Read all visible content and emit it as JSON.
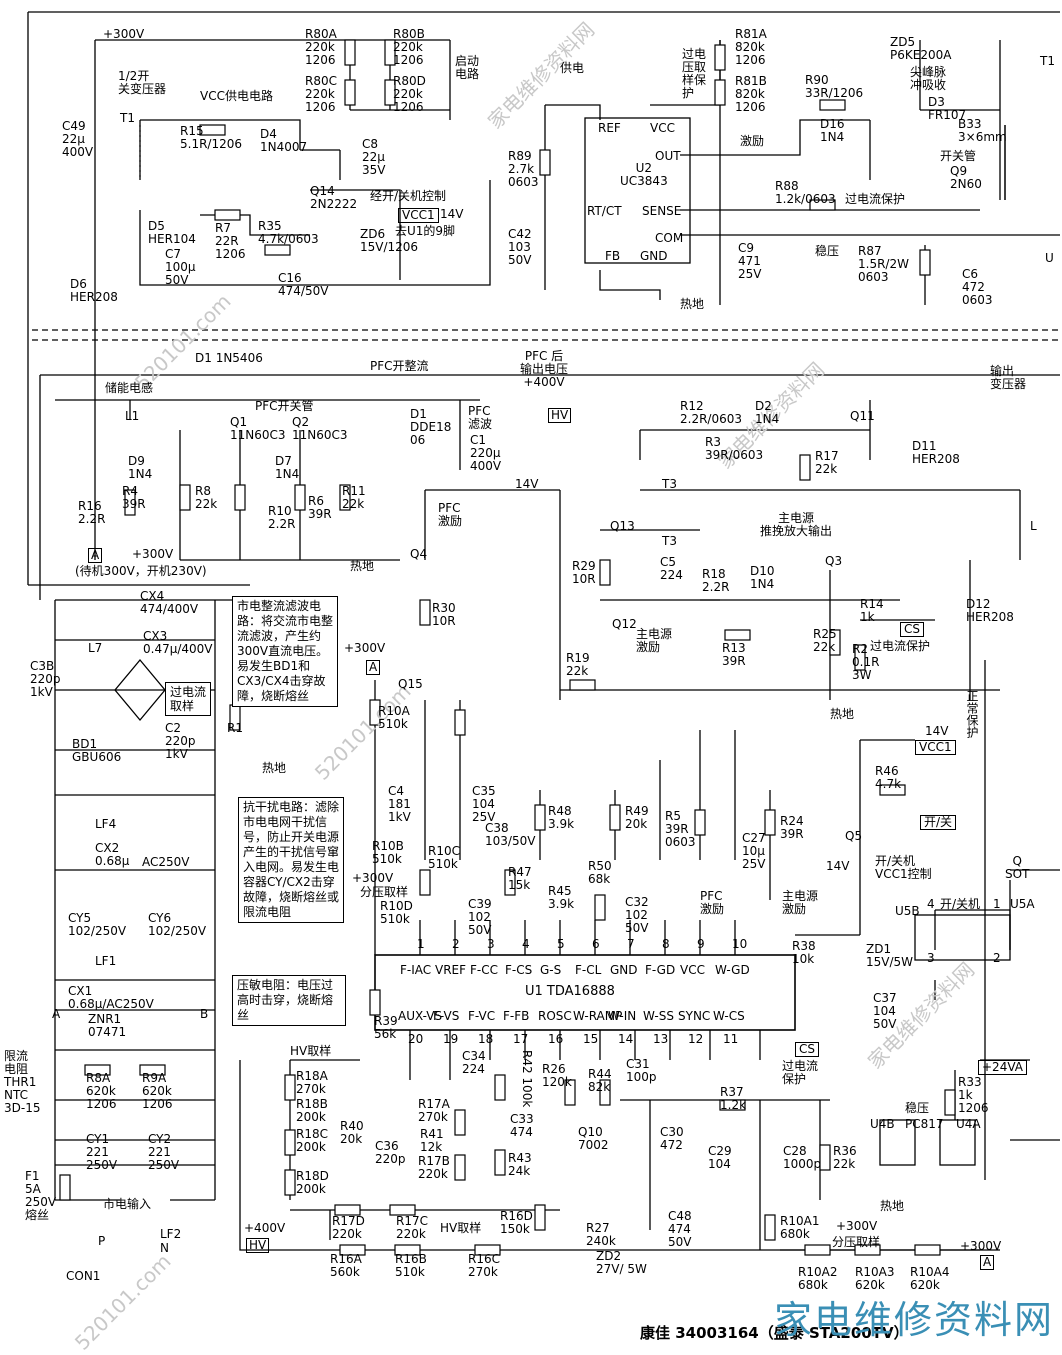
{
  "watermarks": [
    "家电维修资料网",
    "520101.com"
  ],
  "upper": {
    "v300": "+300V",
    "half_tx": "1/2开\n关变压器",
    "vcc_circuit": "VCC供电电路",
    "start_circuit": "启动\n电路",
    "supply": "供电",
    "ovp_sense": "过电\n压取\n样保\n护",
    "spike": "尖峰脉\n冲吸收",
    "drive": "激励",
    "switch_tube": "开关管",
    "ocp": "过电流保护",
    "regulate": "稳压",
    "hot_ground": "热地",
    "onoff_ctrl": "经开/关机控制",
    "to_u1": "去U1的9脚",
    "vcc1": "VCC1",
    "v14": "14V",
    "ic_name": "U2\nUC3843",
    "ic_pins": {
      "ref": "REF",
      "vcc": "VCC",
      "out": "OUT",
      "rtct": "RT/CT",
      "sense": "SENSE",
      "com": "COM",
      "fb": "FB",
      "gnd": "GND"
    },
    "parts": {
      "r80a": "R80A\n220k\n1206",
      "r80b": "R80B\n220k\n1206",
      "r80c": "R80C\n220k\n1206",
      "r80d": "R80D\n220k\n1206",
      "r81a": "R81A\n820k\n1206",
      "r81b": "R81B\n820k\n1206",
      "zd5": "ZD5\nP6KE200A",
      "d3": "D3\nFR107",
      "b33": "B33\n3×6mm",
      "r90": "R90\n33R/1206",
      "d16": "D16\n1N4",
      "c49": "C49\n22μ\n400V",
      "r15": "R15\n5.1R/1206",
      "d4": "D4\n1N4007",
      "c8": "C8\n22μ\n35V",
      "q14": "Q14\n2N2222",
      "d5": "D5\nHER104",
      "r7": "R7\n22R\n1206",
      "r35": "R35\n4.7k/0603",
      "zd6": "ZD6\n15V/1206",
      "c16": "C16\n474/50V",
      "c7": "C7\n100μ\n50V",
      "d6": "D6\nHER208",
      "r89": "R89\n2.7k\n0603",
      "c42": "C42\n103\n50V",
      "c9": "C9\n471\n25V",
      "r88": "R88\n1.2k/0603",
      "r87": "R87\n1.5R/2W\n0603",
      "q9": "Q9\n2N60",
      "c6": "C6\n472\n0603",
      "t1": "T1",
      "t1b": "T1",
      "u": "U"
    }
  },
  "pfc": {
    "d1a": "D1  1N5406",
    "pfc_rect": "PFC开整流",
    "pfc_out": "PFC 后\n输出电压\n+400V",
    "out_tx": "输出\n变压器",
    "inductor": "储能电感",
    "l1": "L1",
    "pfc_sw": "PFC开关管",
    "q1": "Q1\n11N60C3",
    "q2": "Q2\n11N60C3",
    "d1b": "D1\nDDE18\n06",
    "pfc_filter": "PFC\n滤波",
    "c1": "C1\n220μ\n400V",
    "hv": "HV",
    "d9": "D9\n1N4",
    "r4": "R4\n39R",
    "r8": "R8\n22k",
    "d7": "D7\n1N4",
    "r10": "R10\n2.2R",
    "r6": "R6\n39R",
    "r11": "R11\n22k",
    "r16": "R16\n2.2R",
    "v14": "14V",
    "pfc_drive": "PFC\n激励",
    "q4": "Q4",
    "r30": "R30\n10R",
    "q15": "Q15",
    "a_300": "+300V",
    "a_note": "(待机300V，开机230V)",
    "hot_ground": "热地",
    "r12": "R12\n2.2R/0603",
    "d2": "D2\n1N4",
    "r3": "R3\n39R/0603",
    "q11": "Q11",
    "r17": "R17\n22k",
    "d11": "D11\nHER208",
    "t3a": "T3",
    "main_pwr": "主电源\n推挽放大输出",
    "q13": "Q13",
    "t3b": "T3",
    "r29": "R29\n10R",
    "c5": "C5\n224",
    "r18": "R18\n2.2R",
    "d10": "D10\n1N4",
    "q3": "Q3",
    "l": "L",
    "q12": "Q12",
    "main_drive": "主电源\n激励",
    "r14": "R14\n1k",
    "cs": "CS",
    "ocp": "过电流保护",
    "d12": "D12\nHER208",
    "r19": "R19\n22k",
    "r13": "R13\n39R",
    "r25": "R25\n22k",
    "r2": "R2\n0.1R\n3W",
    "hot_ground2": "热地"
  },
  "left": {
    "cx4": "CX4\n474/400V",
    "cx3": "CX3\n0.47μ/400V",
    "mains_note": "市电整流滤波电路：将交流市电整流滤波，产生约300V直流电压。易发生BD1和CX3/CX4击穿故障，烧断熔丝",
    "l7": "L7",
    "c3b": "C3B\n220p\n1kV",
    "ocp_sample": "过电流\n取样",
    "r1": "R1",
    "c2": "C2\n220p\n1kV",
    "bd1": "BD1\nGBU606",
    "hot_ground": "热地",
    "a300": "A",
    "lf4": "LF4",
    "cx2": "CX2\n0.68μ",
    "ac250": "AC250V",
    "emi_note": "抗干扰电路：滤除市电电网干扰信号，防止开关电源产生的干扰信号窜入电网。易发生电容器CY/CX2击穿故障，烧断熔丝或限流电阻",
    "cy5": "CY5\n102/250V",
    "cy6": "CY6\n102/250V",
    "lf1": "LF1",
    "cx1": "CX1\n0.68μ/AC250V",
    "znr1": "ZNR1\n07471",
    "varistor_note": "压敏电阻：电压过高时击穿，烧断熔丝",
    "a": "A",
    "b": "B",
    "thr_label": "限流\n电阻\nTHR1\nNTC\n3D-15",
    "r8a": "R8A\n620k\n1206",
    "r9a": "R9A\n620k\n1206",
    "cy1": "CY1\n221\n250V",
    "cy2": "CY2\n221\n250V",
    "f1": "F1\n5A\n250V\n熔丝",
    "mains_in": "市电输入",
    "lf2": "LF2",
    "p": "P",
    "n": "N",
    "con1": "CON1"
  },
  "main_ic": {
    "name": "U1   TDA16888",
    "top_pins": [
      {
        "num": "1",
        "label": "F-IAC"
      },
      {
        "num": "2",
        "label": "VREF"
      },
      {
        "num": "3",
        "label": "F-CC"
      },
      {
        "num": "4",
        "label": "F-CS"
      },
      {
        "num": "5",
        "label": "G-S"
      },
      {
        "num": "6",
        "label": "F-CL"
      },
      {
        "num": "7",
        "label": "GND"
      },
      {
        "num": "8",
        "label": "F-GD"
      },
      {
        "num": "9",
        "label": "VCC"
      },
      {
        "num": "10",
        "label": "W-GD"
      }
    ],
    "bottom_pins": [
      {
        "num": "20",
        "label": "AUX-VS"
      },
      {
        "num": "19",
        "label": "F-VS"
      },
      {
        "num": "18",
        "label": "F-VC"
      },
      {
        "num": "17",
        "label": "F-FB"
      },
      {
        "num": "16",
        "label": "ROSC"
      },
      {
        "num": "15",
        "label": "W-RAMP"
      },
      {
        "num": "14",
        "label": "W-IN"
      },
      {
        "num": "13",
        "label": "W-SS"
      },
      {
        "num": "12",
        "label": "SYNC"
      },
      {
        "num": "11",
        "label": "W-CS"
      }
    ]
  },
  "lower": {
    "a_300": "+300V",
    "r10a": "R10A\n510k",
    "c4": "C4\n181\n1kV",
    "r10b": "R10B\n510k",
    "r10c": "R10C\n510k",
    "c35": "C35\n104\n25V",
    "c38": "C38\n103/50V",
    "r48": "R48\n3.9k",
    "r47": "R47\n15k",
    "r49": "R49\n20k",
    "r5": "R5\n39R\n0603",
    "r24": "R24\n39R",
    "c27": "C27\n10μ\n25V",
    "v300": "+300V",
    "div_sample": "分压取样",
    "r10d": "R10D\n510k",
    "c39": "C39\n102\n50V",
    "r45": "R45\n3.9k",
    "r50": "R50\n68k",
    "c32": "C32\n102\n50V",
    "pfc_drive": "PFC\n激励",
    "main_drive": "主电源\n激励",
    "r38": "R38\n10k",
    "v14": "14V",
    "r39": "R39\n56k",
    "hv_sample": "HV取样",
    "r18a": "R18A\n270k",
    "r18b": "R18B\n200k",
    "r18c": "R18C\n200k",
    "r18d": "R18D\n200k",
    "r40": "R40\n20k",
    "c36": "C36\n220p",
    "r17a": "R17A\n270k",
    "r41": "R41\n12k",
    "r17b": "R17B\n220k",
    "c34": "C34\n224",
    "r42": "R42 100k",
    "c33": "C33\n474",
    "r43": "R43\n24k",
    "r26": "R26\n120k",
    "r44": "R44\n82k",
    "c31": "C31\n100p",
    "q10": "Q10\n7002",
    "c30": "C30\n472",
    "c29": "C29\n104",
    "r37": "R37\n1.2k",
    "c28": "C28\n1000p",
    "r36": "R36\n22k",
    "cs": "CS",
    "ocp": "过电流\n保护",
    "v400": "+400V",
    "hv": "HV",
    "r17d": "R17D\n220k",
    "r17c": "R17C\n220k",
    "hv_sample2": "HV取样",
    "r16d": "R16D\n150k",
    "r16a": "R16A\n560k",
    "r16b": "R16B\n510k",
    "r16c": "R16C\n270k",
    "r27": "R27\n240k",
    "c48": "C48\n474\n50V",
    "zd2": "ZD2\n27V/ 5W",
    "r10a1": "R10A1\n680k",
    "v300b": "+300V",
    "div_sample2": "分压取样",
    "v300c": "+300V",
    "a": "A",
    "r10a2": "R10A2\n680k",
    "r10a3": "R10A3\n620k",
    "r10a4": "R10A4\n620k",
    "vcc1": "VCC1",
    "v14b": "14V",
    "r46": "R46\n4.7k",
    "kai_guan": "开/关",
    "q5": "Q5",
    "onoff_vcc": "开/关机\nVCC1控制",
    "u5b": "U5B",
    "onoff": "开/关机",
    "u5a": "U5A",
    "pin4": "4",
    "pin1": "1",
    "pin3": "3",
    "pin2": "2",
    "zd1": "ZD1\n15V/5W",
    "c37": "C37\n104\n50V",
    "normal_prot": "正常保护",
    "q_sot": "Q\nSOT",
    "v24va": "+24VA",
    "r33": "R33\n1k\n1206",
    "regulate": "稳压",
    "pc817": "PC817",
    "u4b": "U4B",
    "u4a": "U4A",
    "hot_ground": "热地"
  },
  "footer": {
    "model": "康佳 34003164（盛泰 STA200TV）",
    "logo": "家电维修资料网"
  }
}
